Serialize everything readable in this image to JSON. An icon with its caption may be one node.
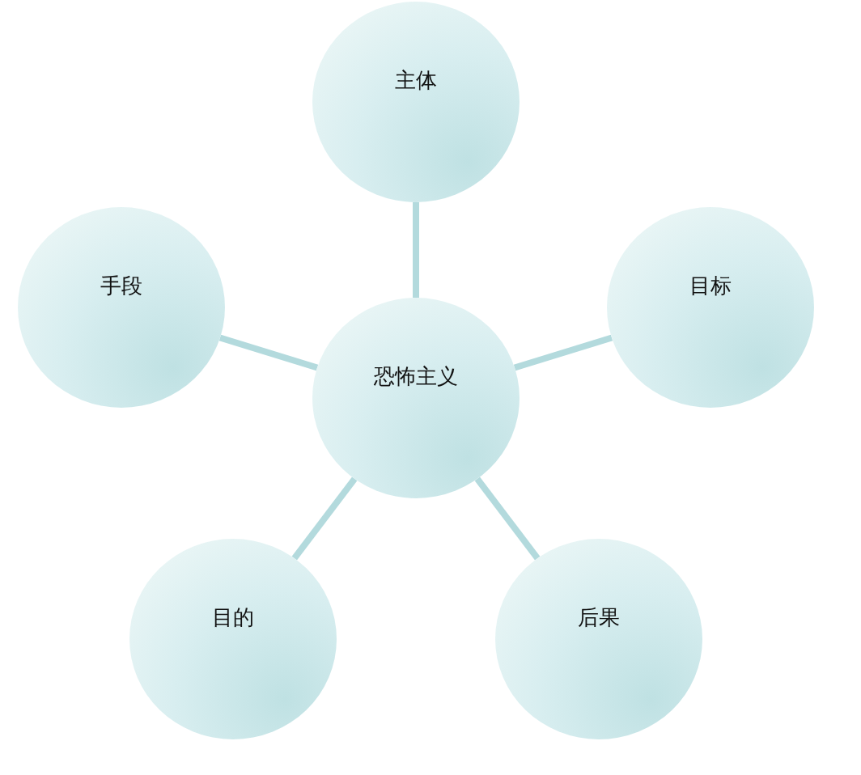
{
  "diagram": {
    "nodes": [
      {
        "text": [
          "主体"
        ]
      },
      {
        "text": [
          "手段"
        ]
      },
      {
        "text": [
          "目标"
        ]
      },
      {
        "text": [
          "恐怖主义"
        ]
      },
      {
        "text": [
          "目的"
        ]
      },
      {
        "text": [
          "后果"
        ]
      }
    ],
    "edges": [
      {
        "from": 3,
        "to": 0,
        "arrow": "none"
      },
      {
        "from": 3,
        "to": 1,
        "arrow": "none"
      },
      {
        "from": 3,
        "to": 2,
        "arrow": "none"
      },
      {
        "from": 3,
        "to": 4,
        "arrow": "none"
      },
      {
        "from": 3,
        "to": 5,
        "arrow": "none"
      }
    ]
  }
}
